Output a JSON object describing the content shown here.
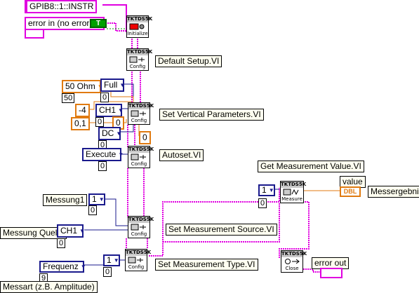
{
  "resource": {
    "value": "GPIB8::1::INSTR"
  },
  "error_in": {
    "value": "error in (no error)"
  },
  "error_out": {
    "label": "error out"
  },
  "value_indicator": {
    "label": "value",
    "type": "DBL"
  },
  "bool_const": {
    "text": "T"
  },
  "vi_blocks": {
    "initialize": {
      "header": "TKTDS5K",
      "name": "Initialize"
    },
    "default_setup": {
      "header": "TKTDS5K",
      "name": "Config"
    },
    "vertical": {
      "header": "TKTDS5K",
      "name": "Config"
    },
    "autoset": {
      "header": "TKTDS5K",
      "name": "Config"
    },
    "meas_source": {
      "header": "TKTDS5K",
      "name": "Config"
    },
    "meas_type": {
      "header": "TKTDS5K",
      "name": "Config"
    },
    "measure": {
      "header": "TKTDS5K",
      "name": "Measure"
    },
    "close": {
      "header": "TKTDS5K",
      "name": "Close"
    }
  },
  "labels": {
    "default_setup": "Default Setup.VI",
    "vertical": "Set Vertical Parameters.VI",
    "autoset": "Autoset.VI",
    "get_measurement": "Get Measurement Value.VI",
    "messergebnis": "Messergebnis",
    "messung1": "Messung1",
    "messung_quelle": "Messung Quelle",
    "meas_source": "Set Measurement Source.VI",
    "meas_type": "Set Measurement Type.VI",
    "messart": "Messart (z.B. Amplitude)"
  },
  "constants": {
    "impedance": {
      "value": "50 Ohm",
      "index": "50"
    },
    "bandwidth": {
      "value": "Full",
      "index": "0"
    },
    "offset": "-4",
    "channel": {
      "value": "CH1",
      "index": "0"
    },
    "scale": "0,1",
    "zero_a": "0",
    "zero_b": "0",
    "coupling": {
      "value": "DC",
      "index": "0"
    },
    "autoset": {
      "value": "Execute",
      "index": "0"
    },
    "messung1": {
      "value": "1",
      "index": "0"
    },
    "quelle": {
      "value": "CH1",
      "index": "0"
    },
    "messart": {
      "value": "Frequenz",
      "index": "9"
    },
    "meas_type_num": {
      "value": "1",
      "index": "0"
    },
    "measure_num": {
      "value": "1",
      "index": "0"
    }
  },
  "colors": {
    "visa_wire": "#e000e0",
    "cluster_wire": "#e000e0",
    "enum_wire": "#1a1a8c",
    "dbl_wire": "#e07a10",
    "bool_wire": "#00a000"
  }
}
